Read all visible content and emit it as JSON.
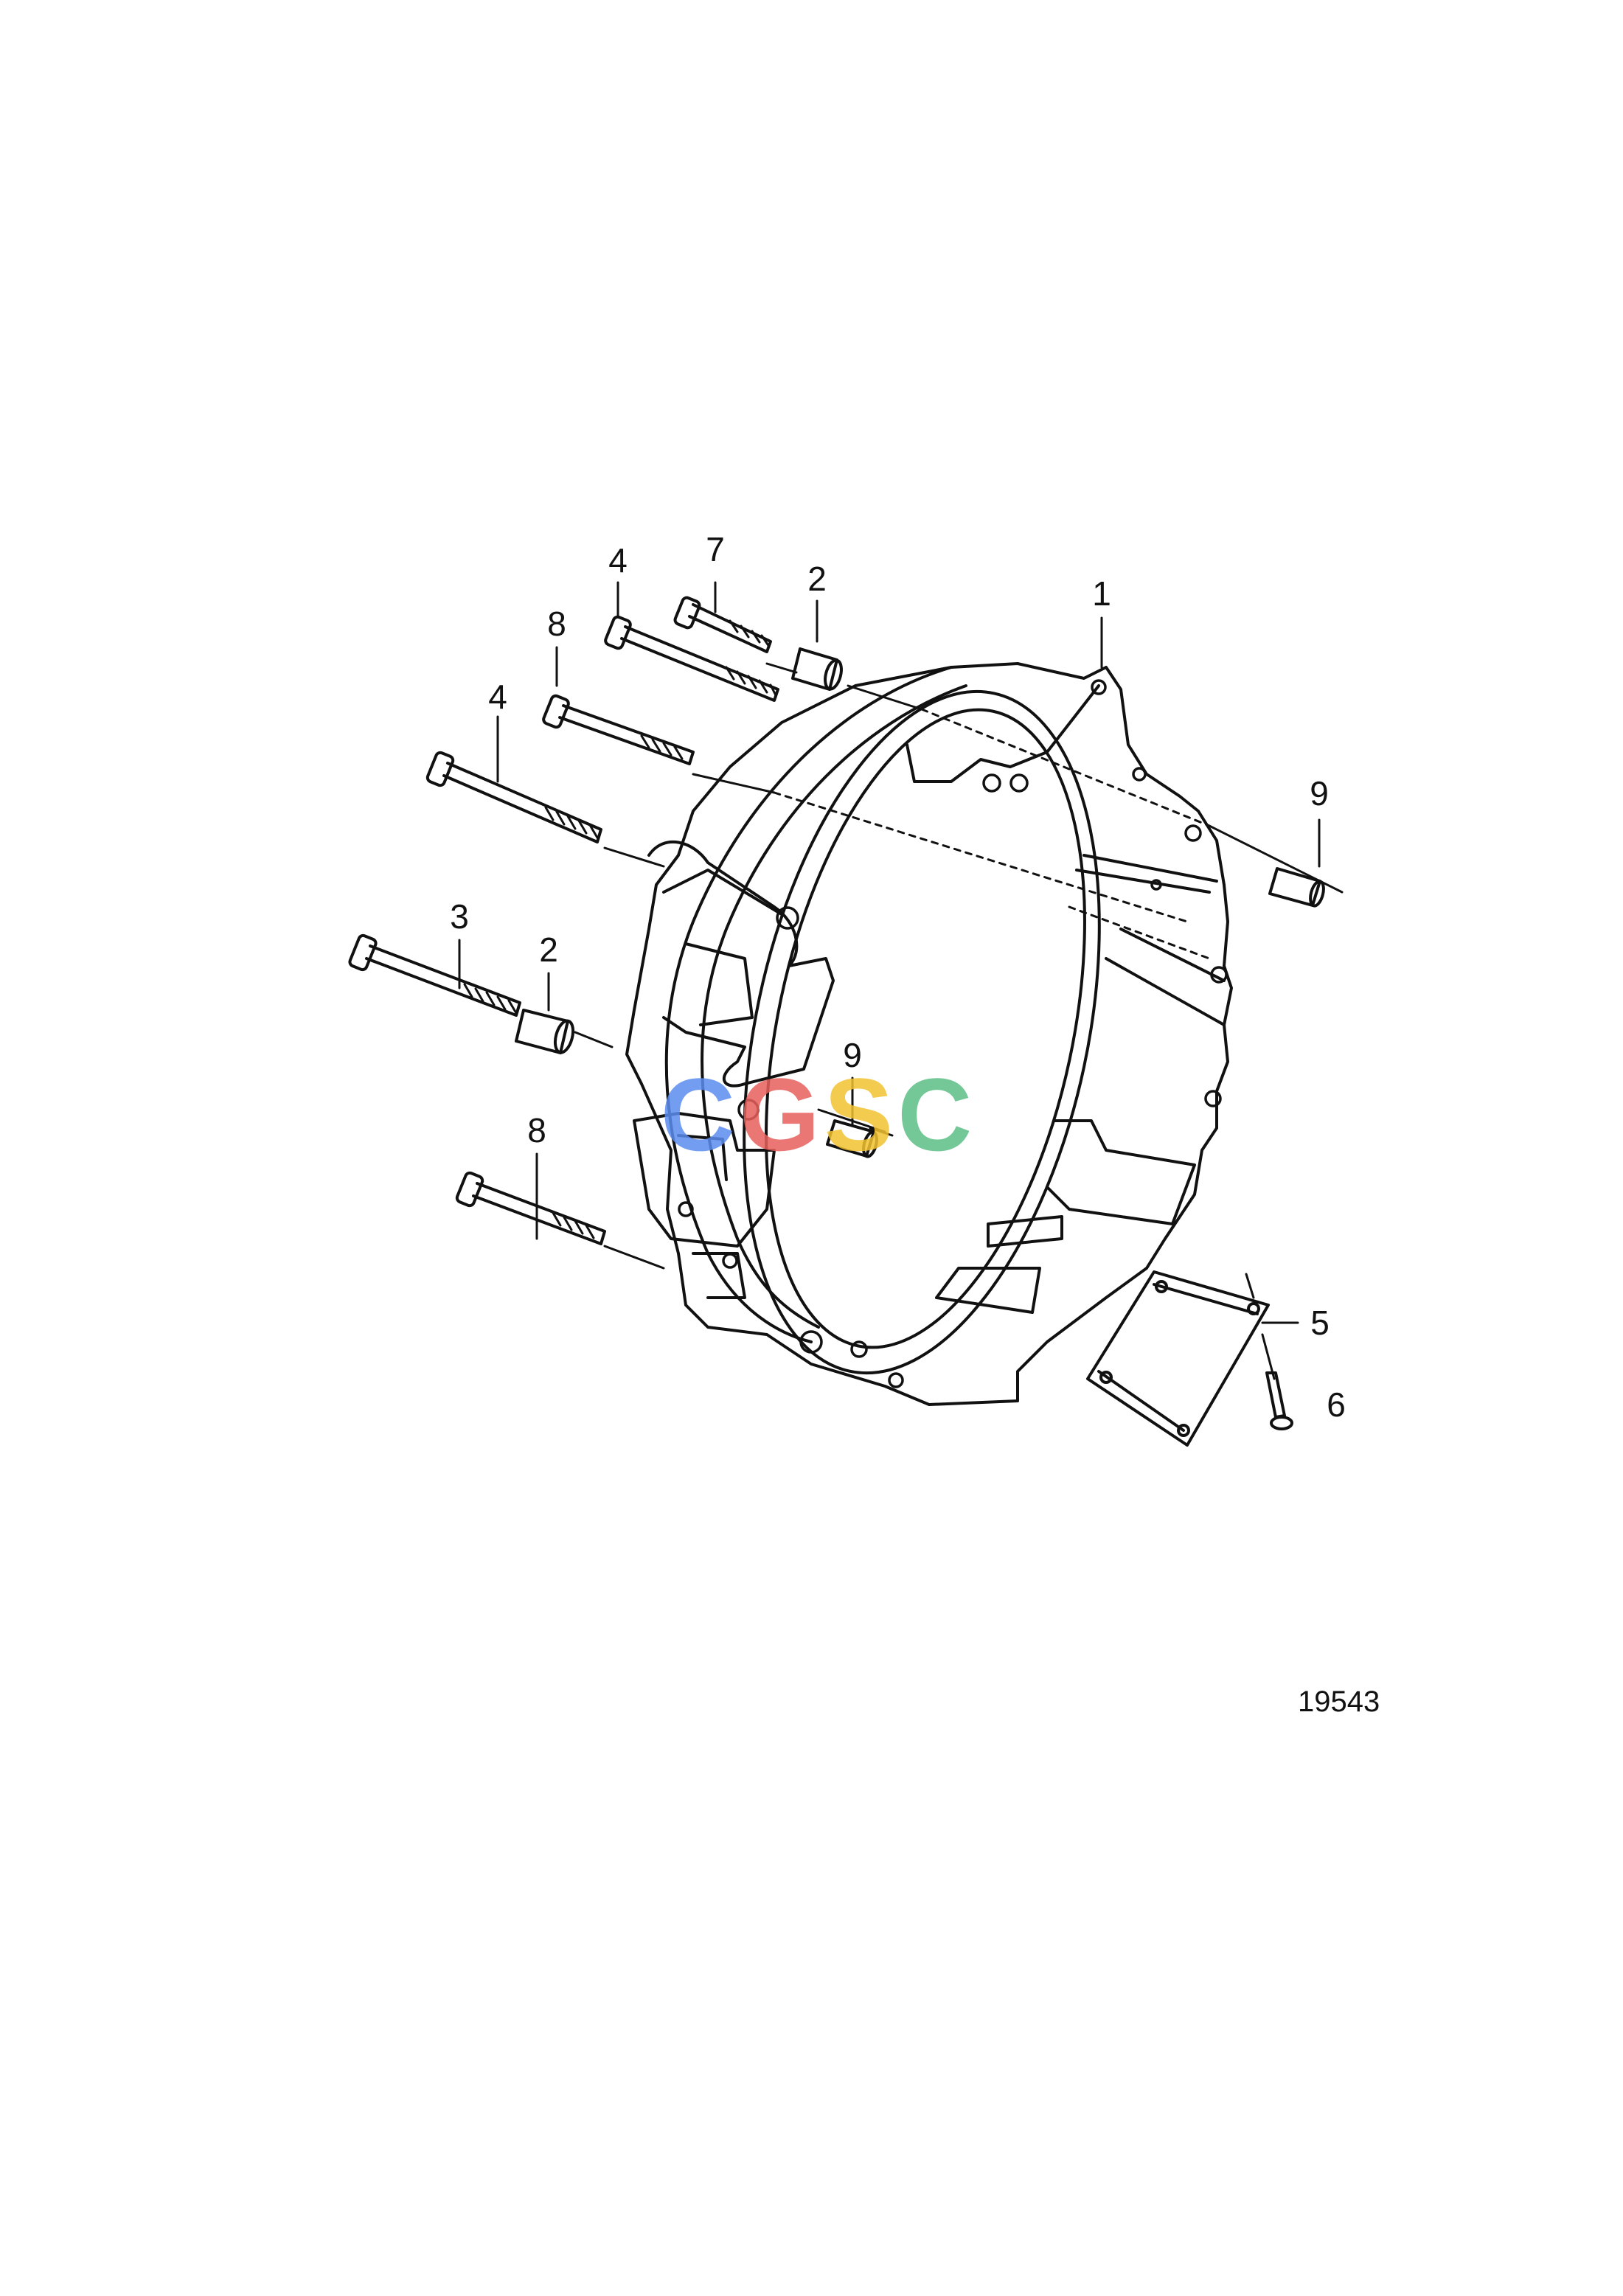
{
  "callouts": {
    "c4a": "4",
    "c7": "7",
    "c2a": "2",
    "c1": "1",
    "c8a": "8",
    "c4b": "4",
    "c9a": "9",
    "c3": "3",
    "c2b": "2",
    "c9b": "9",
    "c8b": "8",
    "c5": "5",
    "c6": "6"
  },
  "figure_number": "19543",
  "watermark": {
    "letters": [
      "C",
      "G",
      "S",
      "C"
    ],
    "colors": [
      "#5b8def",
      "#e8605c",
      "#f2c230",
      "#5cbf86"
    ]
  }
}
